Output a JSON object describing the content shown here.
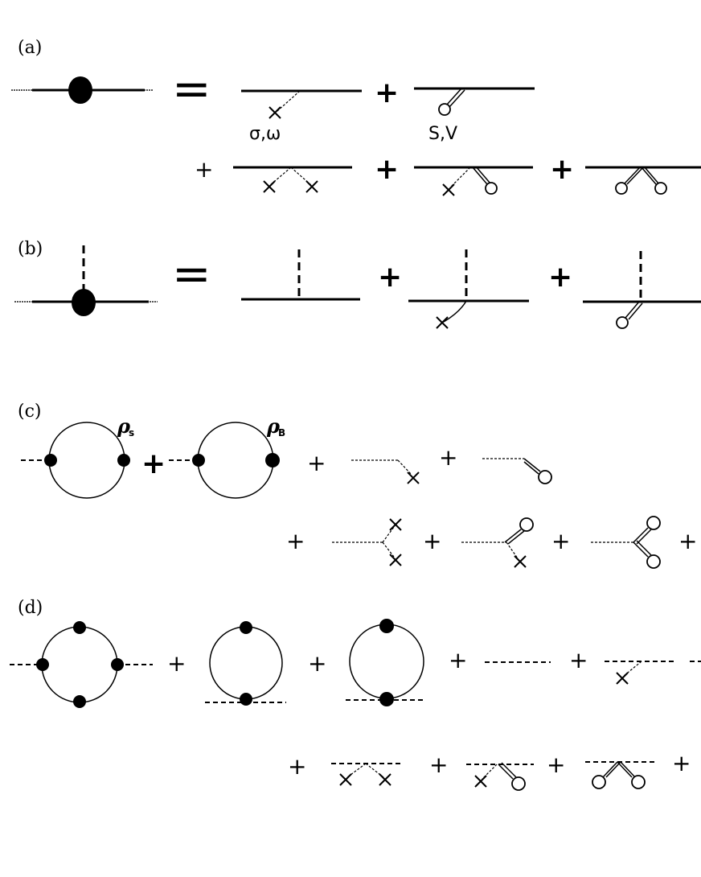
{
  "panels": {
    "a": {
      "label": "(a)",
      "equals": "=",
      "plus": "+",
      "label_sigma_omega": "σ,ω",
      "label_sv": "S,V"
    },
    "b": {
      "label": "(b)",
      "equals": "=",
      "plus": "+"
    },
    "c": {
      "label": "(c)",
      "plus": "+",
      "rho_symbol": "ρ",
      "rho_s_sub": "s",
      "rho_b_sub": "B"
    },
    "d": {
      "label": "(d)",
      "plus": "+"
    }
  }
}
